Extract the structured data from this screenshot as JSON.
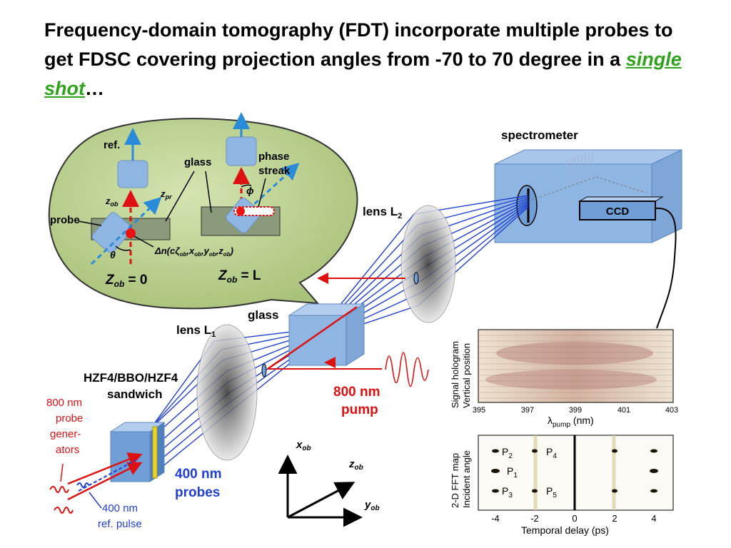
{
  "title": {
    "text_before": "Frequency-domain tomography (FDT) incorporate multiple probes to get FDSC covering projection angles from -70 to 70 degree in a ",
    "highlight": "single shot",
    "text_after": "…"
  },
  "colors": {
    "highlight_green": "#2fa21c",
    "pump_red": "#dd1111",
    "probe_blue": "#1f3fd0",
    "ref_blue": "#2a8bd8",
    "bubble_green": "#b8cf8c",
    "box_blue": "#8fb6e2"
  },
  "inset": {
    "ref_label": "ref.",
    "glass_label": "glass",
    "phase_streak_label_1": "phase",
    "phase_streak_label_2": "streak",
    "probe_label": "probe",
    "zob_axis": "z",
    "zob_sub": "ob",
    "zpr_axis": "z",
    "zpr_sub": "pr",
    "theta": "θ",
    "phi": "ϕ",
    "delta_n": "Δn(cζ",
    "delta_n_sub1": "ob",
    "delta_n_mid1": ",x",
    "delta_n_sub2": "ob",
    "delta_n_mid2": ",y",
    "delta_n_sub3": "ob",
    "delta_n_mid3": ",z",
    "delta_n_sub4": "ob",
    "delta_n_end": ")",
    "zob0_Z": "Z",
    "zob0_sub": "ob",
    "zob0_eq": " = 0",
    "zobL_Z": "Z",
    "zobL_sub": "ob",
    "zobL_eq": " = L"
  },
  "setup": {
    "spectrometer": "spectrometer",
    "ccd": "CCD",
    "lens_l2": "lens L",
    "lens_l2_sub": "2",
    "lens_l1": "lens L",
    "lens_l1_sub": "1",
    "glass": "glass",
    "sandwich_1": "HZF4/BBO/HZF4",
    "sandwich_2": "sandwich",
    "pump_1": "800 nm",
    "pump_2": "pump",
    "probes_1": "400 nm",
    "probes_2": "probes",
    "gen_1": "800 nm",
    "gen_2": "probe",
    "gen_3": "gener-",
    "gen_4": "ators",
    "ref_1": "400 nm",
    "ref_2": "ref. pulse"
  },
  "axes": {
    "x_label": "x",
    "x_sub": "ob",
    "z_label": "z",
    "z_sub": "ob",
    "y_label": "y",
    "y_sub": "ob"
  },
  "hologram_plot": {
    "ylabel_1": "Signal hologram",
    "ylabel_2": "Vertical position",
    "xlabel_main": "λ",
    "xlabel_sub": "pump",
    "xlabel_unit": " (nm)",
    "xticks": [
      "395",
      "397",
      "399",
      "401",
      "403"
    ]
  },
  "fft_plot": {
    "ylabel_1": "2-D FFT map",
    "ylabel_2": "Incident angle",
    "xlabel": "Temporal delay (ps)",
    "xticks": [
      "-4",
      "-2",
      "0",
      "2",
      "4"
    ],
    "labels": [
      {
        "text": "P",
        "sub": "2"
      },
      {
        "text": "P",
        "sub": "4"
      },
      {
        "text": "P",
        "sub": "1"
      },
      {
        "text": "P",
        "sub": "3"
      },
      {
        "text": "P",
        "sub": "5"
      }
    ]
  }
}
